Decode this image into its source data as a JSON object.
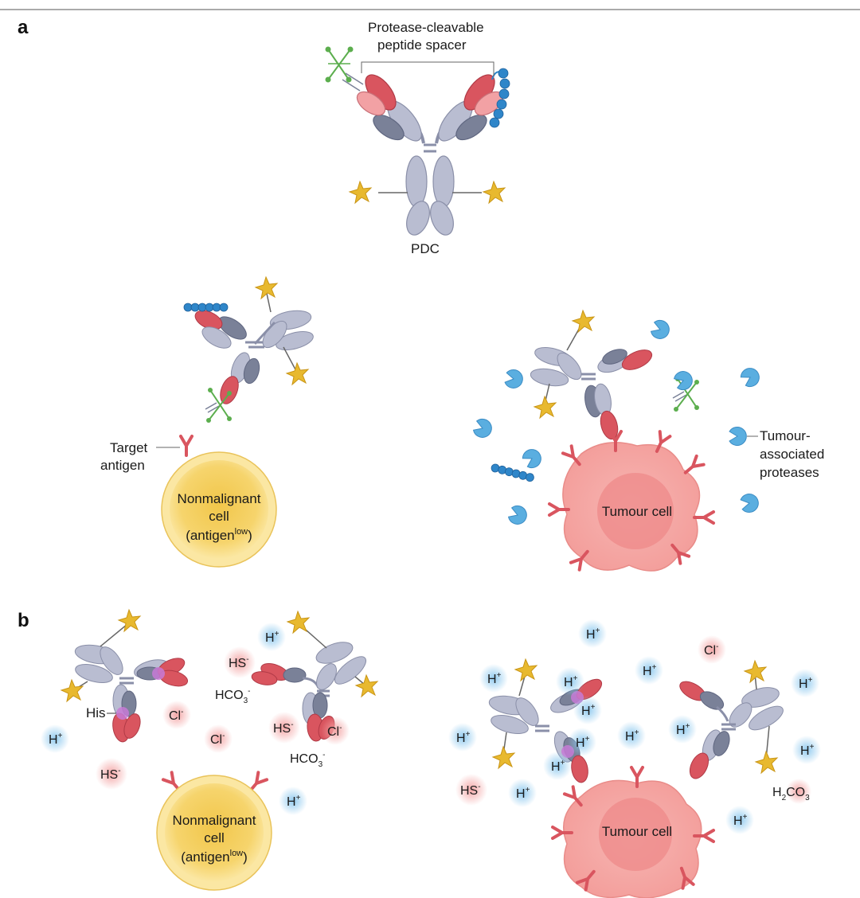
{
  "panels": {
    "a": "a",
    "b": "b"
  },
  "labels": {
    "spacer_line1": "Protease-cleavable",
    "spacer_line2": "peptide spacer",
    "pdc": "PDC",
    "target_line1": "Target",
    "target_line2": "antigen",
    "nonmalignant_line1": "Nonmalignant",
    "nonmalignant_line2": "cell",
    "antigen_base": "(antigen",
    "antigen_sup": "low",
    "antigen_close": ")",
    "tumour_cell": "Tumour cell",
    "proteases_line1": "Tumour-",
    "proteases_line2": "associated",
    "proteases_line3": "proteases",
    "his": "His"
  },
  "ions": {
    "H": {
      "base": "H",
      "sup": "+"
    },
    "Cl": {
      "base": "Cl",
      "sup": "-"
    },
    "HS": {
      "base": "HS",
      "sup": "-"
    },
    "HCO3": {
      "base": "HCO",
      "sub": "3",
      "sup": "-"
    },
    "H2CO3": {
      "a": "H",
      "b": "2",
      "c": "CO",
      "d": "3"
    }
  },
  "colors": {
    "heavy_chain": "#b9bdd1",
    "light_chain": "#7a8198",
    "binding_domain": "#d9555f",
    "payload": "#e8b92f",
    "protease": "#5aaee0",
    "mask_beads": "#2f86c9",
    "mask_linker": "#5cae4e",
    "tumour_cell": "#f4a9a6",
    "normal_cell": "#f6d46c",
    "proton_glow": "#8cc8ee",
    "anion_glow": "#f3a2a2",
    "histidine": "#c77ad6"
  }
}
